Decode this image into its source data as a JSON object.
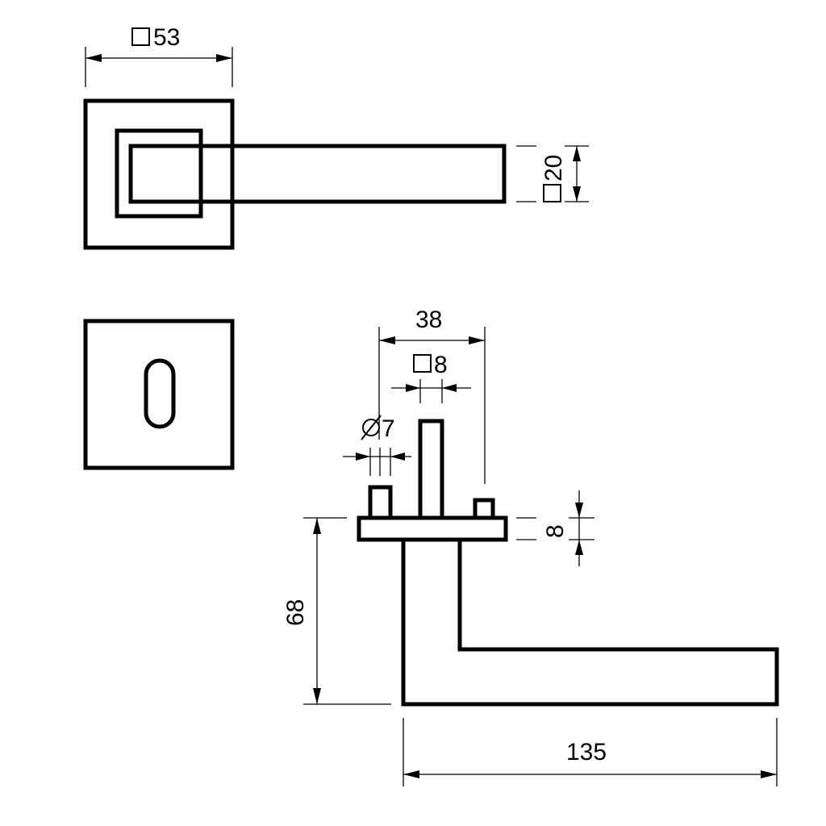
{
  "drawing": {
    "colors": {
      "line": "#000000",
      "background": "#ffffff"
    },
    "dimensions": {
      "rose_width": {
        "symbol": "square",
        "value": "53"
      },
      "lever_section": {
        "symbol": "square",
        "value": "20"
      },
      "projection": {
        "value": "38"
      },
      "spindle": {
        "symbol": "square",
        "value": "8"
      },
      "screw_diameter": {
        "symbol": "diameter",
        "value": "7"
      },
      "rose_thickness": {
        "value": "8"
      },
      "lever_height": {
        "value": "68"
      },
      "lever_length": {
        "value": "135"
      }
    }
  }
}
